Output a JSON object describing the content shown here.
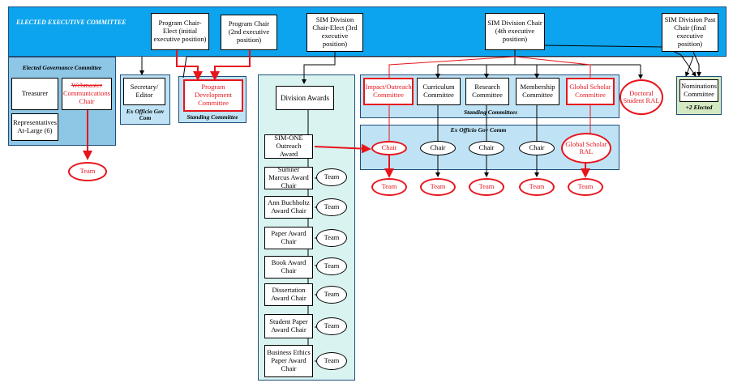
{
  "colors": {
    "top_band": "#0ca4ee",
    "governance": "#8ec6e6",
    "side_panel": "#d8f3f0",
    "exofficio": "#bfe3f5",
    "nominations": "#d4e8c2",
    "red": "#e8141c"
  },
  "top": {
    "title": "ELECTED EXECUTIVE COMMITTEE",
    "program_chair_elect": "Program Chair-Elect (initial executive position)",
    "program_chair": "Program Chair (2nd executive position)",
    "sim_division_chair_elect": "SIM Division Chair-Elect (3rd executive position)",
    "sim_division_chair": "SIM Division Chair (4th executive position)",
    "past_chair": "SIM Division Past Chair (final executive position)"
  },
  "governance": {
    "title": "Elected Governance Committee",
    "treasurer": "Treasurer",
    "webmaster": "Webmaster",
    "communications_chair": "Communications Chair",
    "representatives": "Representatives At-Large (6)",
    "team": "Team"
  },
  "secretary": {
    "label": "Secretary/ Editor",
    "caption": "Ex Officio Gov Com"
  },
  "program_dev": {
    "label": "Program Development Committee",
    "caption": "Standing Committee"
  },
  "awards": {
    "header": "Division Awards",
    "items": [
      {
        "label": "SIM-ONE Outreach Award",
        "team": ""
      },
      {
        "label": "Sumner Marcus Award Chair",
        "team": "Team"
      },
      {
        "label": "Ann Buchholtz Award Chair",
        "team": "Team"
      },
      {
        "label": "Paper Award Chair",
        "team": "Team"
      },
      {
        "label": "Book Award Chair",
        "team": "Team"
      },
      {
        "label": "Dissertation Award Chair",
        "team": "Team"
      },
      {
        "label": "Student Paper Award Chair",
        "team": "Team"
      },
      {
        "label": "Business Ethics Paper Award Chair",
        "team": "Team"
      }
    ]
  },
  "standing": {
    "caption": "Standing Committees",
    "committees": [
      "Impact/Outreach Committee",
      "Curriculum Committee",
      "Research Committee",
      "Membership Committee",
      "Global Scholar Committee"
    ]
  },
  "exofficio": {
    "caption": "Ex Officio Gov Comm",
    "chairs": [
      "Chair",
      "Chair",
      "Chair",
      "Chair",
      "Global Scholar RAL"
    ],
    "teams": [
      "Team",
      "Team",
      "Team",
      "Team",
      "Team"
    ]
  },
  "doctoral": "Doctoral Student RAL",
  "nominations": {
    "label": "Nominations Committee",
    "caption": "+2 Elected"
  }
}
